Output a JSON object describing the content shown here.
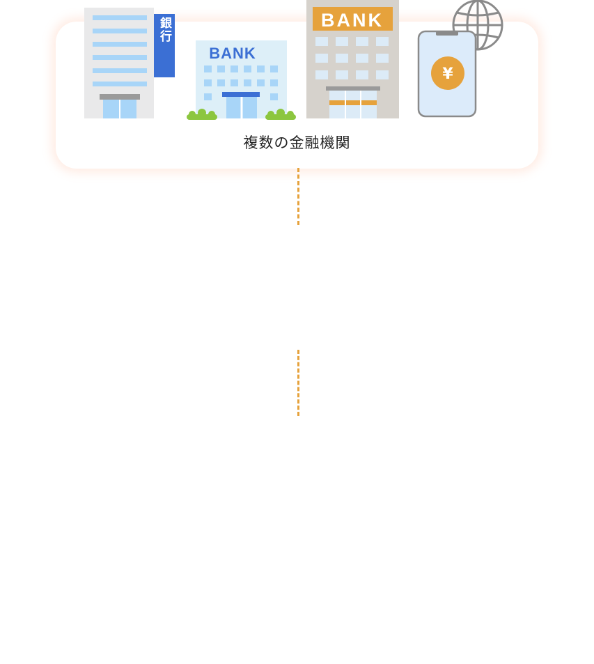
{
  "institutions": {
    "label": "複数の金融機関",
    "sign_vertical": "銀行",
    "bank_sign_blue": "BANK",
    "bank_sign_orange": "BANK",
    "currency_symbol": "¥"
  },
  "colors": {
    "accent_orange": "#e6a23c",
    "sign_blue": "#3b6fd4",
    "window_blue": "#a6d4f7",
    "building_gray": "#e6e6e6",
    "building_taupe": "#d6d2cc",
    "glow": "#ffaa82"
  }
}
